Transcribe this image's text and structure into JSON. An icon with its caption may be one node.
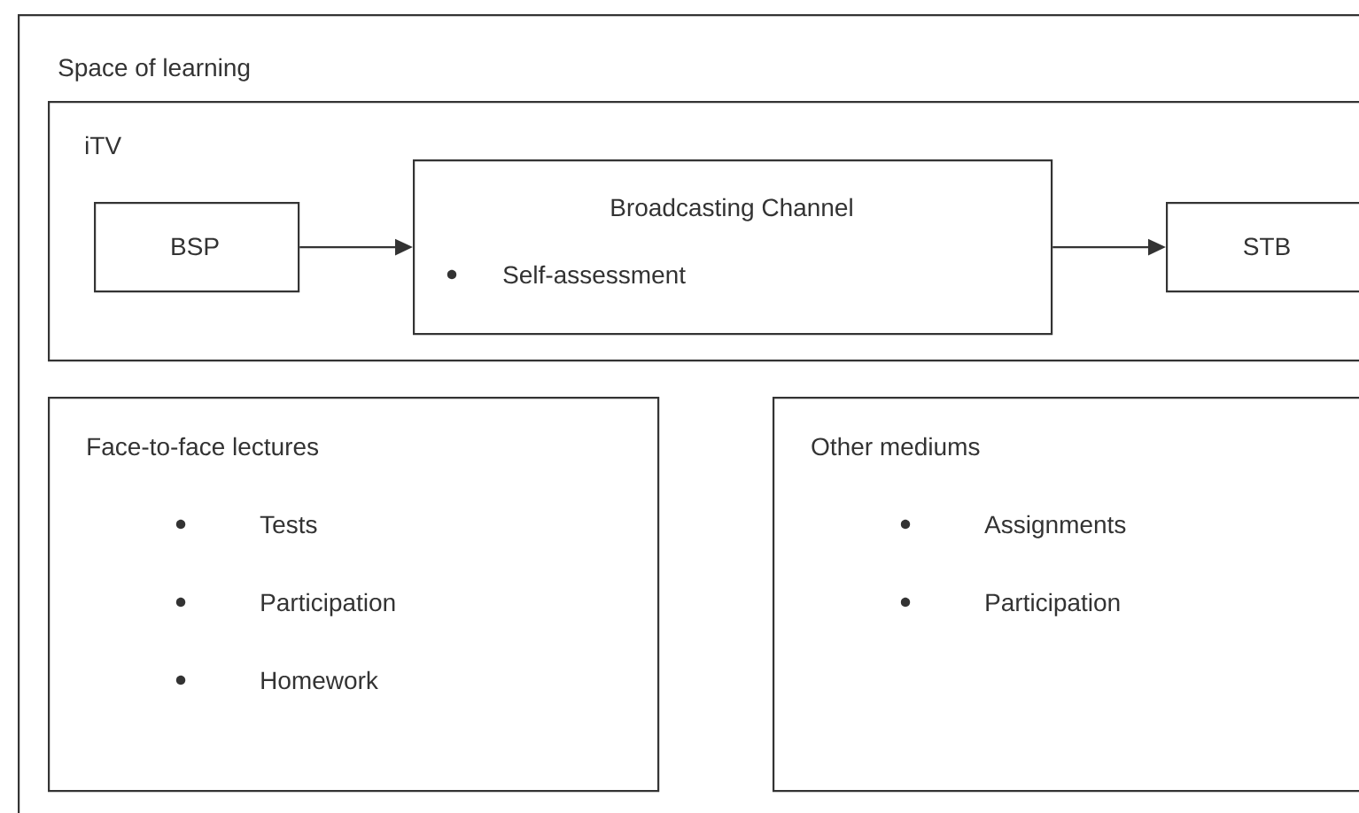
{
  "diagram": {
    "nodes": [
      {
        "text": [
          "Space of learning"
        ]
      },
      {
        "text": [
          "iTV"
        ],
        "in": 0
      },
      {
        "text": [
          "BSP"
        ],
        "in": 1
      },
      {
        "text": [
          "Broadcasting Channel",
          "Self-assessment"
        ],
        "in": 1
      },
      {
        "text": [
          "STB"
        ],
        "in": 1
      },
      {
        "text": [
          "Face-to-face lectures",
          "Tests",
          "Participation",
          "Homework"
        ],
        "in": 0
      },
      {
        "text": [
          "Other mediums",
          "Assignments",
          "Participation"
        ],
        "in": 0
      }
    ],
    "edges": [
      {
        "from": 2,
        "to": 3,
        "arrow": "to"
      },
      {
        "from": 3,
        "to": 4,
        "arrow": "to"
      }
    ]
  }
}
